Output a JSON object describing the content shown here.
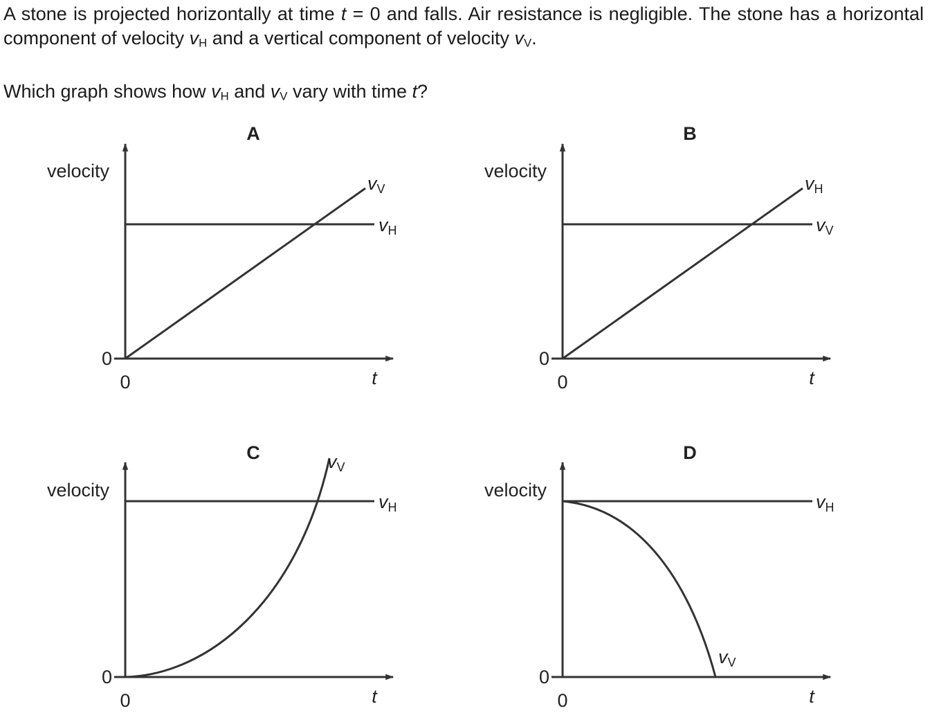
{
  "question": {
    "line1_part1": "A stone is projected horizontally at time ",
    "t_symbol": "t",
    "line1_part2": " = 0 and falls. Air resistance is negligible. The stone has a horizontal component of velocity ",
    "v_symbol": "v",
    "sub_H": "H",
    "line1_part3": " and a vertical component of velocity ",
    "sub_V": "V",
    "line1_part4": ".",
    "line2_part1": "Which graph shows how ",
    "line2_part2": " and ",
    "line2_part3": " vary with time ",
    "line2_part4": "?"
  },
  "graphs": [
    {
      "title": "A",
      "ylabel": "velocity",
      "origin_y": "0",
      "origin_x": "0",
      "xlabel": "t",
      "upper_label_sub": "V",
      "lower_label_sub": "H",
      "shape": "linear-rising-through-constant"
    },
    {
      "title": "B",
      "ylabel": "velocity",
      "origin_y": "0",
      "origin_x": "0",
      "xlabel": "t",
      "upper_label_sub": "H",
      "lower_label_sub": "V",
      "shape": "linear-rising-through-constant"
    },
    {
      "title": "C",
      "ylabel": "velocity",
      "origin_y": "0",
      "origin_x": "0",
      "xlabel": "t",
      "curve_label_sub": "V",
      "line_label_sub": "H",
      "shape": "curve-rising-through-constant"
    },
    {
      "title": "D",
      "ylabel": "velocity",
      "origin_y": "0",
      "origin_x": "0",
      "xlabel": "t",
      "curve_label_sub": "V",
      "line_label_sub": "H",
      "shape": "curve-falling-from-constant"
    }
  ]
}
